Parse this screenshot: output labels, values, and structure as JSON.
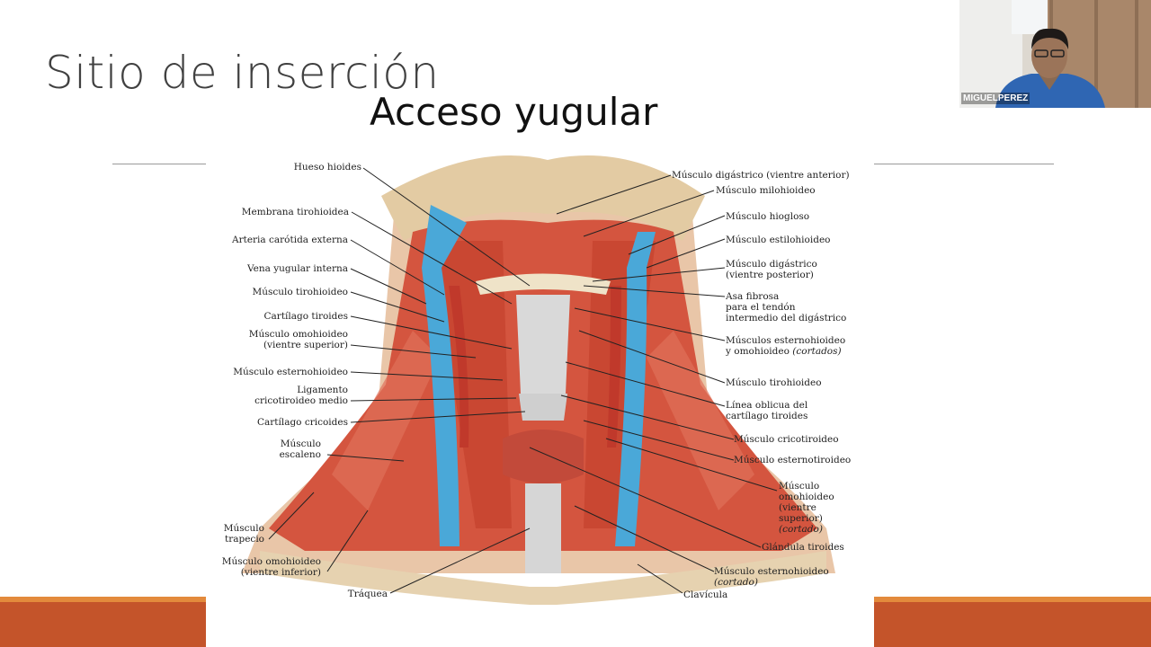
{
  "slide": {
    "title": "Sitio de inserción",
    "subtitle": "Acceso yugular"
  },
  "participant": {
    "name": "MIGUELPEREZ"
  },
  "colors": {
    "footer_band": "#c4542a",
    "footer_band_top": "#e38a3c",
    "muscle": "#d4553f",
    "vein": "#4aa8d8",
    "bone": "#e6d2b0"
  },
  "figure_labels_left": [
    "Hueso hioides",
    "Membrana tirohioidea",
    "Arteria carótida externa",
    "Vena yugular interna",
    "Músculo tirohioideo",
    "Cartílago tiroides",
    "Músculo omohioideo",
    "(vientre superior)",
    "Músculo esternohioideo",
    "Ligamento",
    "cricotiroideo medio",
    "Cartílago cricoides",
    "Músculo",
    "escaleno",
    "Músculo",
    "trapecio",
    "Músculo omohioideo",
    "(vientre inferior)",
    "Tráquea"
  ],
  "figure_labels_right": [
    "Músculo digástrico (vientre anterior)",
    "Músculo milohioideo",
    "Músculo hiogloso",
    "Músculo estilohioideo",
    "Músculo digástrico",
    "(vientre posterior)",
    "Asa fibrosa",
    "para el tendón",
    "intermedio del digástrico",
    "Músculos esternohioideo",
    "y omohioideo",
    "(cortados)",
    "Músculo tirohioideo",
    "Línea oblicua del",
    "cartílago tiroides",
    "Músculo cricotiroideo",
    "Músculo esternotiroideo",
    "Músculo",
    "omohioideo",
    "(vientre",
    "superior)",
    "(cortado)",
    "Glándula tiroides",
    "Músculo esternohioideo",
    "(cortado)",
    "Clavícula"
  ]
}
